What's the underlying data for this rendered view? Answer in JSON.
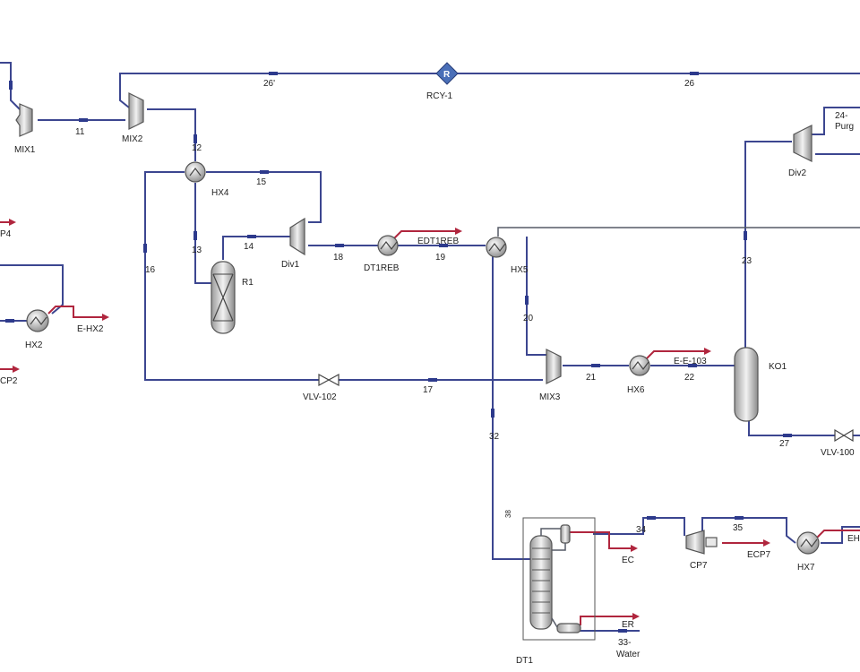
{
  "colors": {
    "material_stream": "#3c4690",
    "energy_stream": "#b0263e",
    "equipment_fill": "#d8d8d8",
    "recycle_fill": "#4a6fb8"
  },
  "units": {
    "MIX1": "MIX1",
    "MIX2": "MIX2",
    "MIX3": "MIX3",
    "HX4": "HX4",
    "HX5": "HX5",
    "HX6": "HX6",
    "HX7": "HX7",
    "HX2": "HX2",
    "R1": "R1",
    "Div1": "Div1",
    "Div2": "Div2",
    "DT1REB": "DT1REB",
    "DT1": "DT1",
    "KO1": "KO1",
    "CP7": "CP7",
    "RCY1": "RCY-1",
    "RCY1_symbol": "R",
    "VLV102": "VLV-102",
    "VLV100": "VLV-100"
  },
  "streams": {
    "s11": "11",
    "s12": "12",
    "s13": "13",
    "s14": "14",
    "s15": "15",
    "s16": "16",
    "s17": "17",
    "s18": "18",
    "s19": "19",
    "s20": "20",
    "s21": "21",
    "s22": "22",
    "s23": "23",
    "s24": "24-",
    "s24b": "Purg",
    "s26": "26",
    "s26p": "26'",
    "s27": "27",
    "s32": "32",
    "s33": "33-",
    "s33b": "Water",
    "s34": "34",
    "s35": "35",
    "s38": "38"
  },
  "energy": {
    "EDT1REB": "EDT1REB",
    "EHX2": "E-HX2",
    "EE103": "E-E-103",
    "EC": "EC",
    "ER": "ER",
    "ECP7": "ECP7",
    "ECP2": "CP2",
    "EP4": "P4",
    "EH": "EH"
  }
}
